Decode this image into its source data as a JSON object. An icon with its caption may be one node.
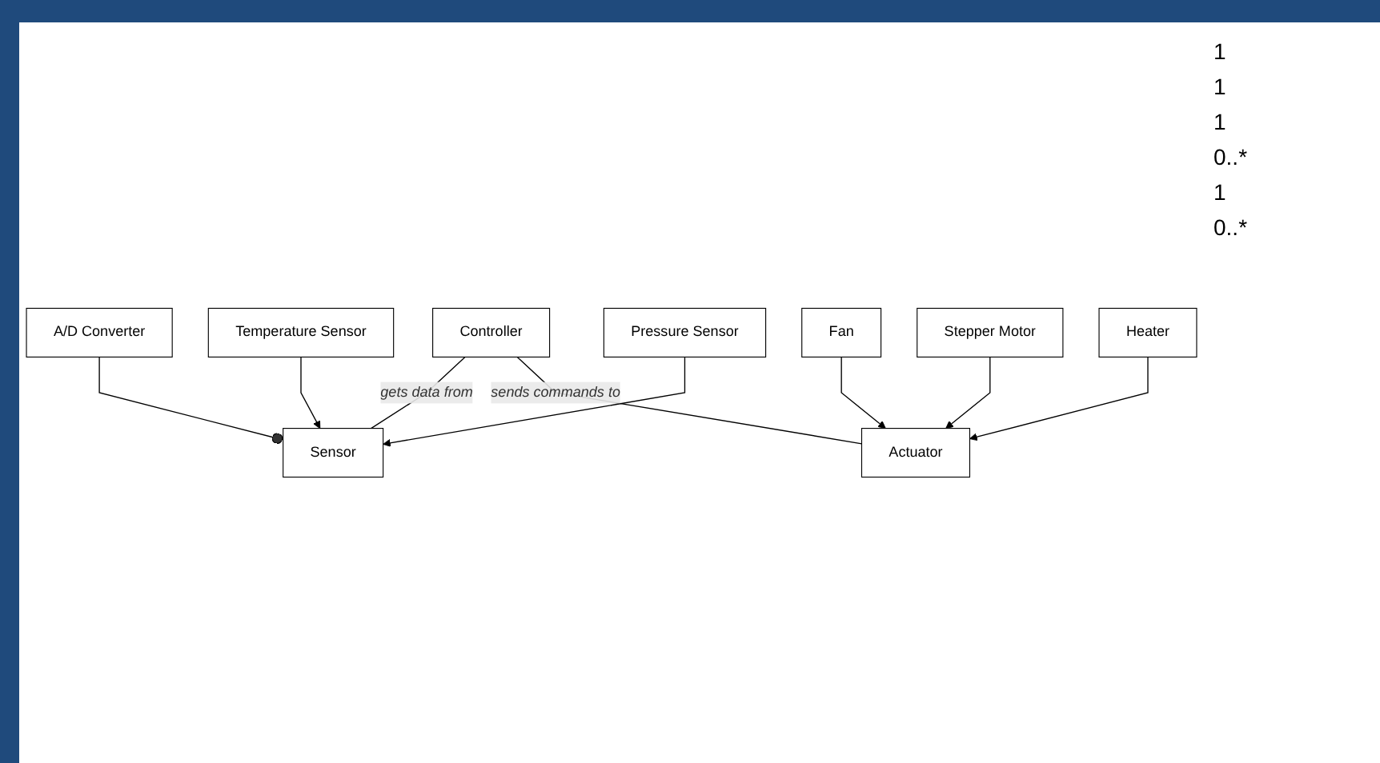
{
  "diagram": {
    "nodes": [
      {
        "text": [
          "A/D Converter"
        ]
      },
      {
        "text": [
          "Controller"
        ]
      },
      {
        "text": [
          "Sensor"
        ]
      },
      {
        "text": [
          "Actuator"
        ]
      },
      {
        "text": [
          "Temperature Sensor"
        ]
      },
      {
        "text": [
          "Pressure Sensor"
        ]
      },
      {
        "text": [
          "Fan"
        ]
      },
      {
        "text": [
          "Stepper Motor"
        ]
      },
      {
        "text": [
          "Heater"
        ]
      }
    ],
    "edges": [
      {
        "from": 0,
        "to": 2,
        "arrow": "other"
      },
      {
        "from": 1,
        "to": 2,
        "arrow": "none",
        "label": "gets data from"
      },
      {
        "from": 1,
        "to": 3,
        "arrow": "none",
        "label": "sends commands to"
      },
      {
        "from": 4,
        "to": 2,
        "arrow": "to"
      },
      {
        "from": 5,
        "to": 2,
        "arrow": "to"
      },
      {
        "from": 6,
        "to": 3,
        "arrow": "to"
      },
      {
        "from": 7,
        "to": 3,
        "arrow": "to"
      },
      {
        "from": 8,
        "to": 3,
        "arrow": "to"
      }
    ],
    "labels": [
      "1",
      "1",
      "1",
      "0..*",
      "1",
      "0..*"
    ]
  }
}
